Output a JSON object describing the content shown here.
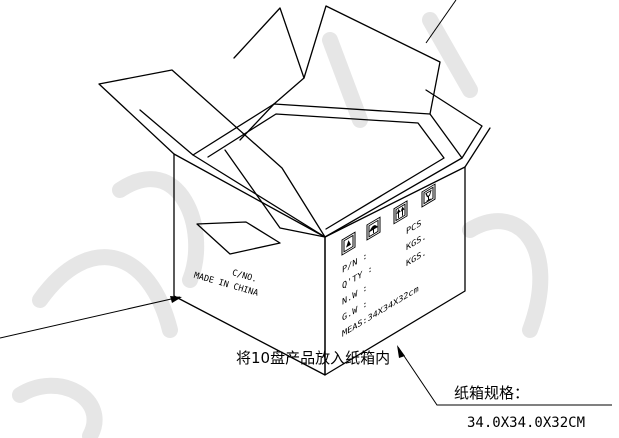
{
  "left_side": {
    "line1": "C/NO.",
    "line2": "MADE IN CHINA"
  },
  "marks_panel": {
    "pn_label": "P/N :",
    "pn_unit": "PCS",
    "qty_label": "Q'TY :",
    "qty_unit": "KGS.",
    "nw_label": "N.W :",
    "nw_unit": "KGS.",
    "gw_label": "G.W :",
    "meas": "MEAS:34X34X32cm"
  },
  "callouts": {
    "left_note": "将10盘产品放入纸箱内",
    "spec_title": "纸箱规格：",
    "spec_value": "34.0X34.0X32CM"
  },
  "icons": [
    "recycle-icon",
    "umbrella-icon",
    "this-way-up-icon",
    "fragile-icon"
  ]
}
